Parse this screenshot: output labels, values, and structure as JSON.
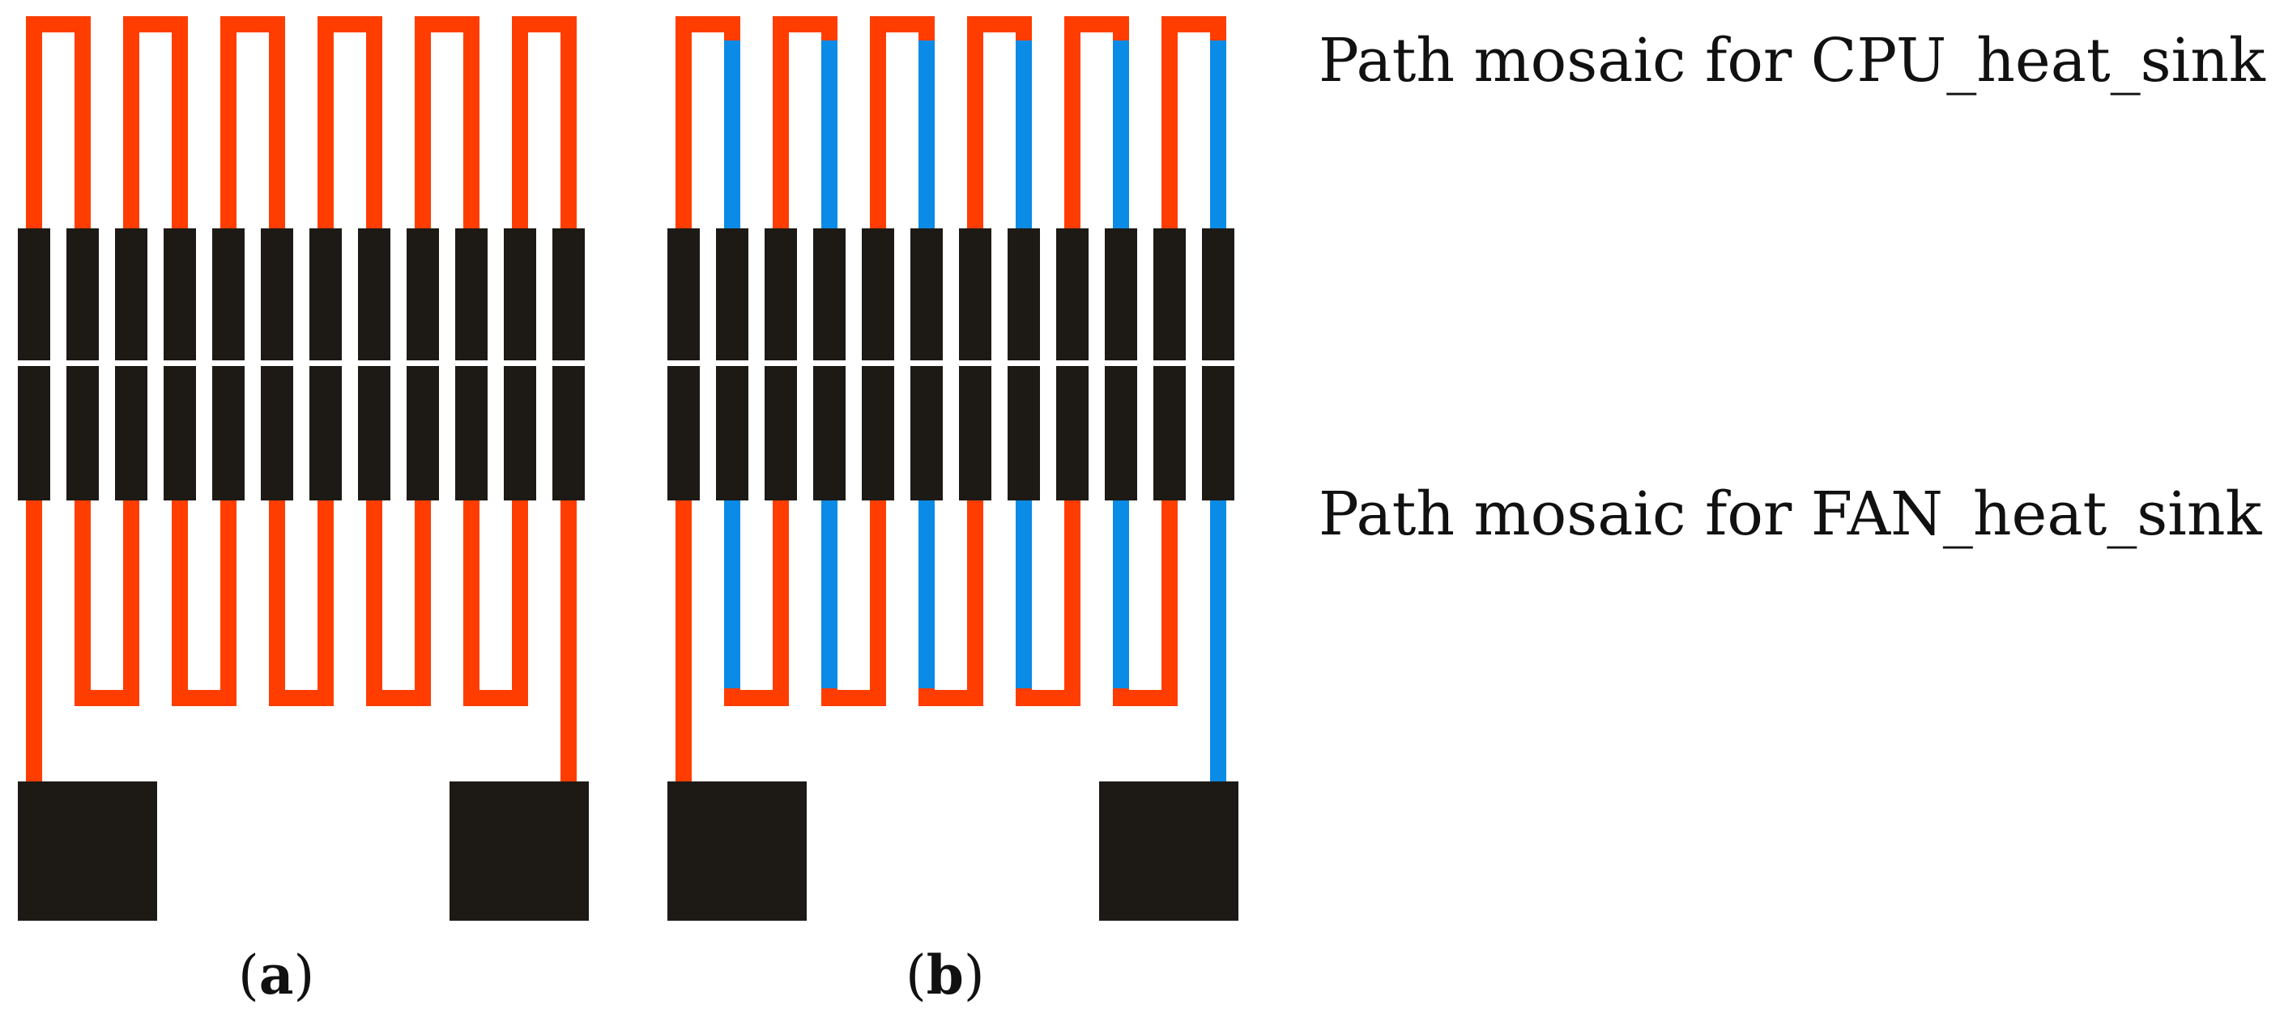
{
  "labels": {
    "cpu": "Path mosaic for CPU_heat_sink",
    "fan": "Path mosaic for FAN_heat_sink"
  },
  "captions": {
    "a_open": "(",
    "a_letter": "a",
    "a_close": ")",
    "b_open": "(",
    "b_letter": "b",
    "b_close": ")"
  },
  "colors": {
    "cpu_path": "#ff3d00",
    "fan_path": "#0a8be6",
    "pad": "#1d1a16",
    "divider": "#ffffff"
  },
  "panels": [
    {
      "id": "a",
      "fan_path_highlighted": false
    },
    {
      "id": "b",
      "fan_path_highlighted": true
    }
  ]
}
